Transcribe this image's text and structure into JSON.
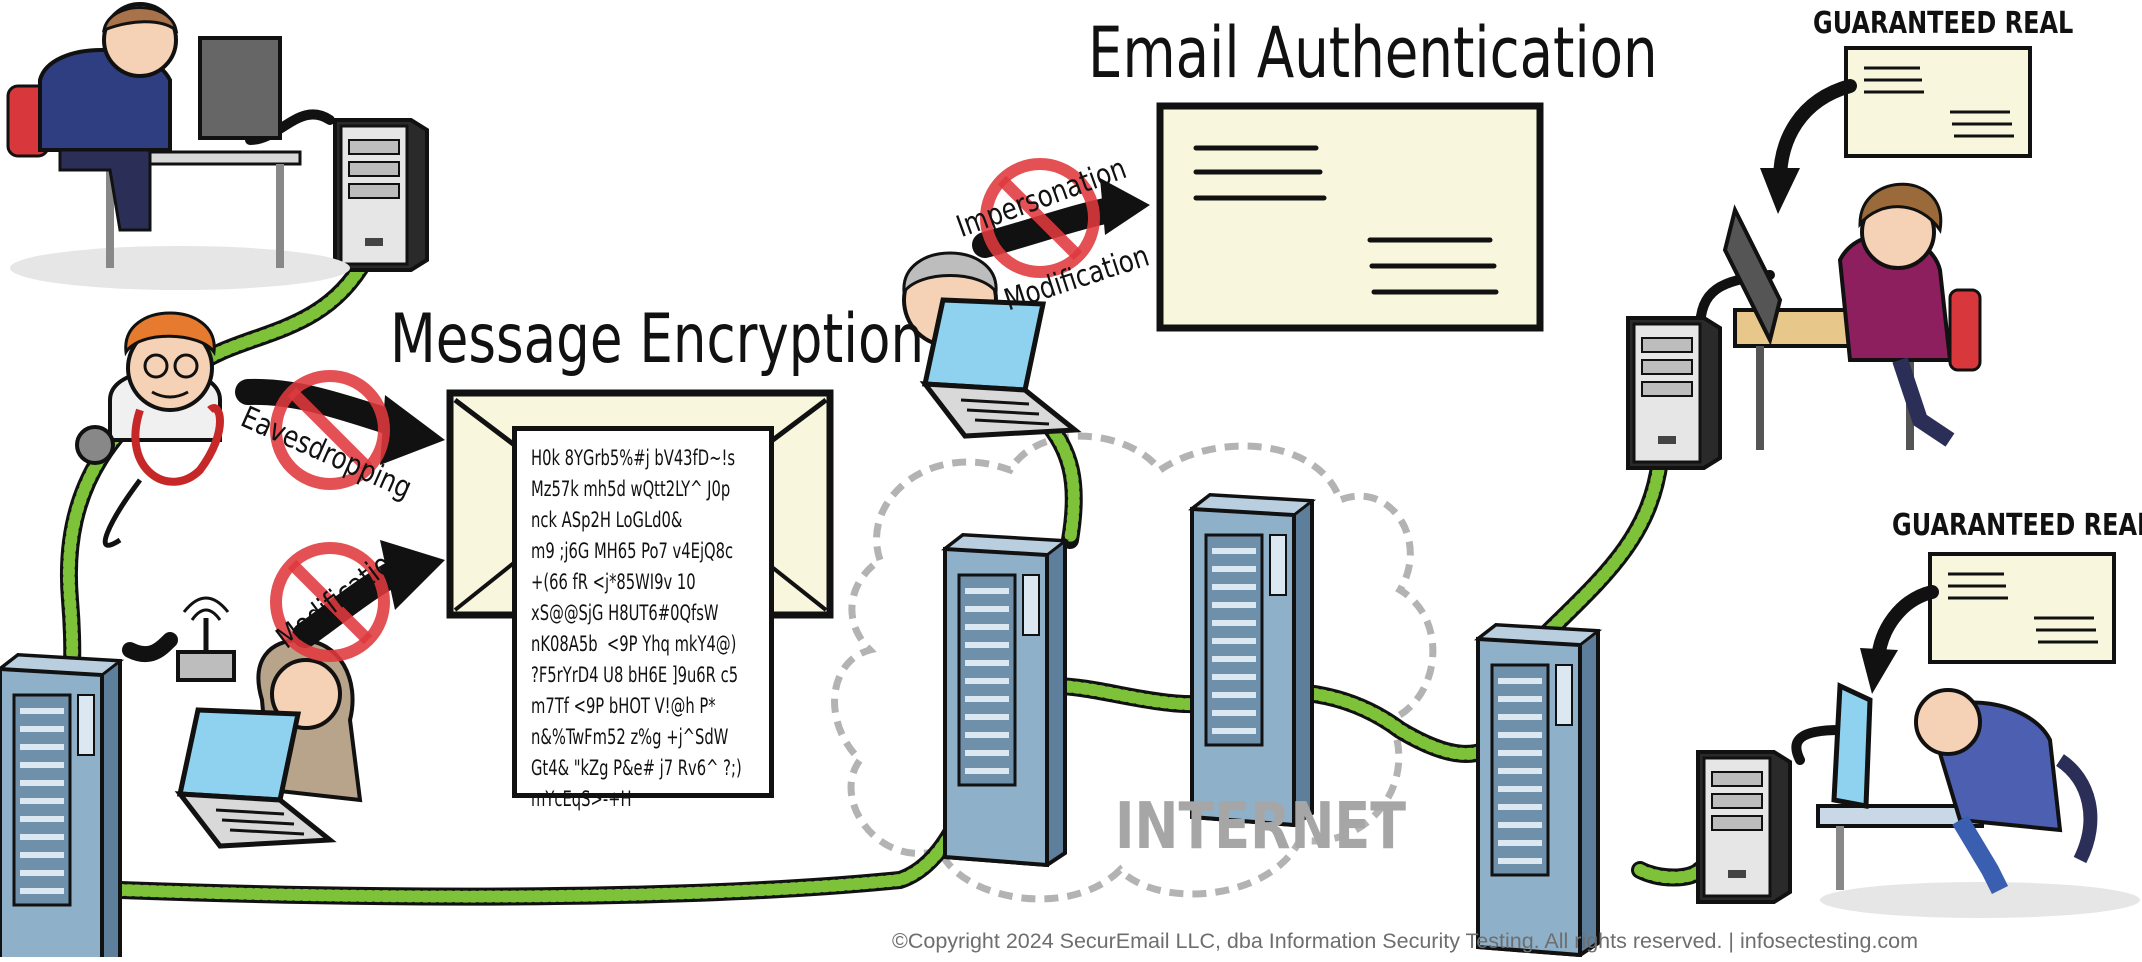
{
  "titles": {
    "message_encryption": "Message Encryption",
    "email_authentication": "Email Authentication"
  },
  "badges": {
    "guaranteed_real_top": "GUARANTEED REAL",
    "guaranteed_real_bottom": "GUARANTEED REAL"
  },
  "threats": {
    "eavesdropping": "Eavesdropping",
    "modification_encryption": "Modification",
    "impersonation": "Impersonation",
    "modification_authentication": "Modification"
  },
  "network_label": "INTERNET",
  "ciphertext": [
    "H0k 8YGrb5%#j bV43fD~!s",
    "Mz57k mh5d wQtt2LY^ J0p",
    "nck ASp2H LoGLd0&",
    "",
    "m9 ;j6G MH65 Po7 v4EjQ8c",
    "+(66 fR <j*85WI9v 10",
    "xS@@SjG H8UT6#0QfsW",
    "nK08A5b  <9P Yhq mkY4@)",
    "?F5rYrD4 U8 bH6E ]9u6R c5",
    "m7Tf <9P bHOT V!@h P*",
    "n&%TwFm52 z%g +j^SdW",
    "Gt4& \"kZg P&e# j7 Rv6^ ?;)",
    "mYcEqS>-+H"
  ],
  "footer": {
    "copyright": "©Copyright 2024 SecurEmail LLC, dba Information Security Testing. All rights reserved.  |  infosectesting.com"
  },
  "colors": {
    "cable_green": "#7ec23a",
    "cable_black": "#111111",
    "server_blue": "#8fb0c9",
    "server_dark": "#5d7f9b",
    "envelope_fill": "#f8f6dc",
    "prohibit_red": "#e0393e",
    "cloud_gray": "#b3b3b3",
    "screen_blue": "#8fd2ef"
  }
}
